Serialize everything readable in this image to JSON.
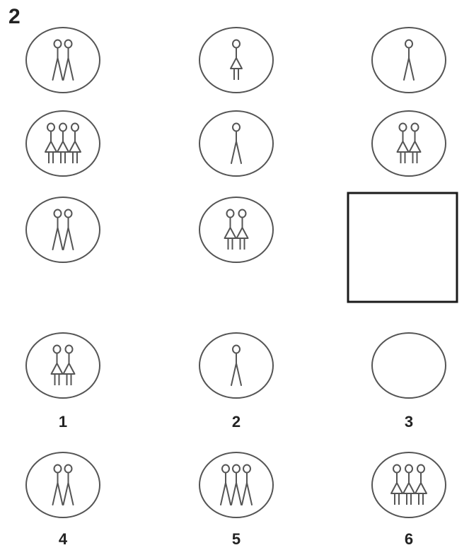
{
  "puzzle": {
    "number": "2",
    "matrix": [
      [
        "2F",
        "1M",
        "1F"
      ],
      [
        "3M",
        "1F",
        "2M"
      ],
      [
        "2F",
        "2M",
        "?"
      ]
    ],
    "options": [
      {
        "label": "1",
        "figure": "2M"
      },
      {
        "label": "2",
        "figure": "1F"
      },
      {
        "label": "3",
        "figure": "0"
      },
      {
        "label": "4",
        "figure": "2F"
      },
      {
        "label": "5",
        "figure": "3F"
      },
      {
        "label": "6",
        "figure": "3M"
      }
    ]
  },
  "colors": {
    "stroke": "#555555",
    "answer_box": "#1a1a1a",
    "label": "#222222"
  }
}
